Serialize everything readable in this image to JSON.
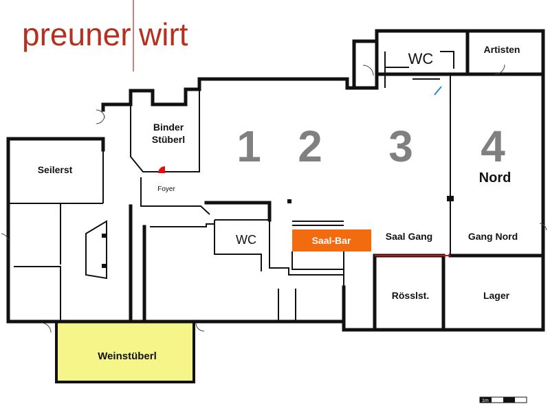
{
  "logo": {
    "left": "preuner",
    "right": "wirt",
    "color": "#b5301f"
  },
  "rooms": {
    "seilerst": "Seilerst",
    "binder_line1": "Binder",
    "binder_line2": "Stüberl",
    "foyer": "Foyer",
    "wc_top": "WC",
    "artisten": "Artisten",
    "wc_mid": "WC",
    "saal_bar": "Saal-Bar",
    "saal_gang": "Saal Gang",
    "gang_nord": "Gang Nord",
    "roesslst": "Rösslst.",
    "lager": "Lager",
    "weinstueberl": "Weinstüberl",
    "nord": "Nord"
  },
  "hall_sections": [
    "1",
    "2",
    "3",
    "4"
  ],
  "scale_bar": {
    "label": "1m"
  },
  "colors": {
    "saal_bar": "#f26b0f",
    "weinstueberl": "#f5f58a",
    "divider": "#d01010"
  }
}
